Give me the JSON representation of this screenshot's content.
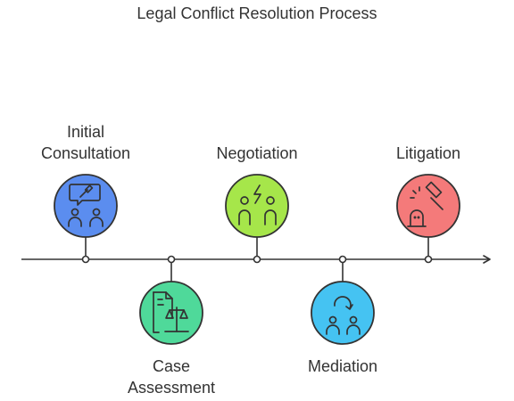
{
  "title": "Legal Conflict Resolution Process",
  "steps": [
    {
      "lines": [
        "Initial",
        "Consultation"
      ],
      "position": "above",
      "color": "#5B8DEF",
      "icon": "consultation-icon"
    },
    {
      "lines": [
        "Case",
        "Assessment"
      ],
      "position": "below",
      "color": "#4FD99A",
      "icon": "document-scales-icon"
    },
    {
      "lines": [
        "Negotiation"
      ],
      "position": "above",
      "color": "#A6E64A",
      "icon": "people-lightning-icon"
    },
    {
      "lines": [
        "Mediation"
      ],
      "position": "below",
      "color": "#45C3F2",
      "icon": "mediator-people-icon"
    },
    {
      "lines": [
        "Litigation"
      ],
      "position": "above",
      "color": "#F47A7A",
      "icon": "gavel-icon"
    }
  ]
}
